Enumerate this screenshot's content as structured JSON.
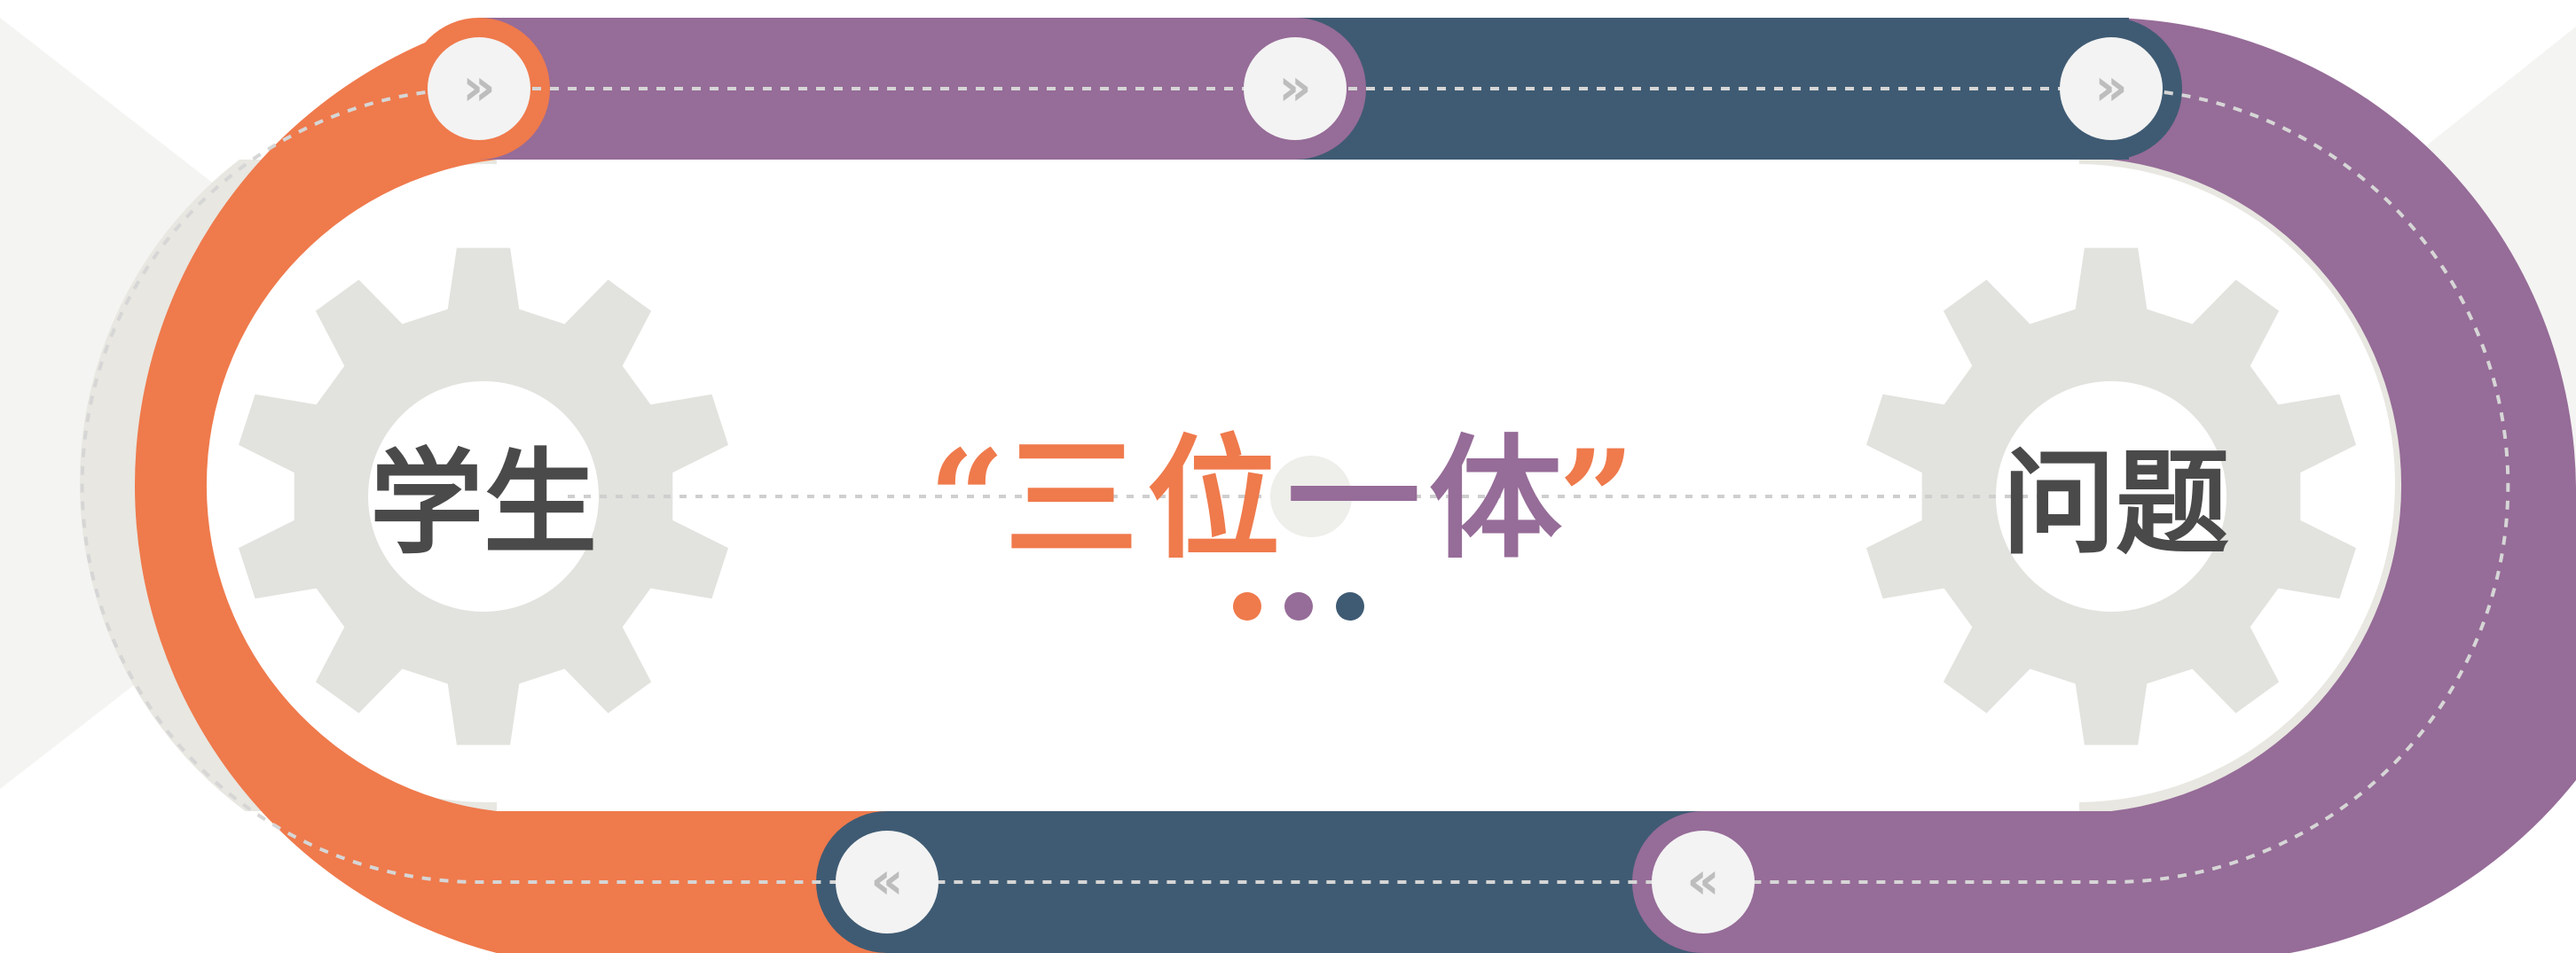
{
  "diagram": {
    "title_quote_open": "“",
    "title_chars": [
      "三",
      "位",
      "一",
      "体"
    ],
    "title_quote_close": "”",
    "left_node_label": "学生",
    "right_node_label": "问题",
    "arrow_right_glyph": "»",
    "arrow_left_glyph": "«"
  },
  "colors": {
    "orange": "#ef7a4c",
    "purple": "#966c98",
    "navy": "#3f5b73",
    "gear": "#e2e2de",
    "ring": "#e8e7e1",
    "node_fill": "#f3f3f3",
    "label": "#4a4a4a"
  },
  "icons": {
    "gear": "gear-icon",
    "forward_chevrons": "double-chevron-right-icon",
    "back_chevrons": "double-chevron-left-icon"
  }
}
